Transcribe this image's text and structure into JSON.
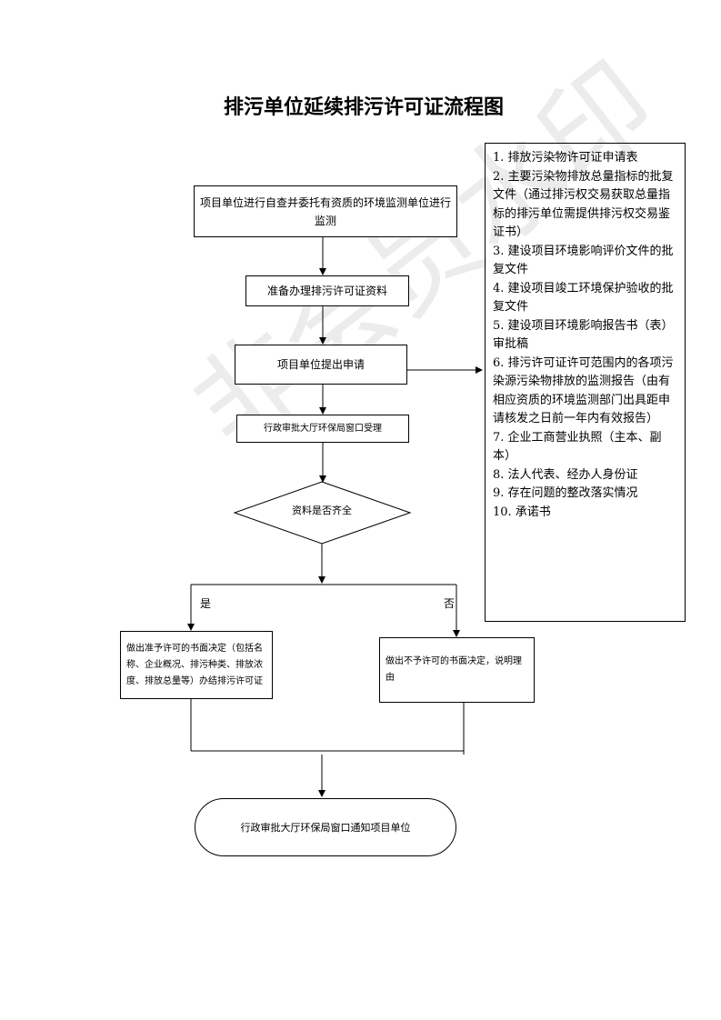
{
  "title": "排污单位延续排污许可证流程图",
  "watermark": "非会员水印",
  "steps": {
    "monitor": "项目单位进行自查并委托有资质的环境监测单位进行监测",
    "prepare": "准备办理排污许可证资料",
    "apply": "项目单位提出申请",
    "accept": "行政审批大厅环保局窗口受理",
    "check": "资料是否齐全",
    "yes_label": "是",
    "no_label": "否",
    "approve": "做出准予许可的书面决定（包括名称、企业概况、排污种类、排放浓度、排放总量等）办结排污许可证",
    "reject": "做出不予许可的书面决定，说明理由",
    "notify": "行政审批大厅环保局窗口通知项目单位"
  },
  "requirements": [
    "1. 排放污染物许可证申请表",
    "2. 主要污染物排放总量指标的批复文件（通过排污权交易获取总量指标的排污单位需提供排污权交易鉴证书）",
    "3. 建设项目环境影响评价文件的批复文件",
    "4. 建设项目竣工环境保护验收的批复文件",
    "5. 建设项目环境影响报告书（表）审批稿",
    "6. 排污许可证许可范围内的各项污染源污染物排放的监测报告（由有相应资质的环境监测部门出具距申请核发之日前一年内有效报告）",
    "7. 企业工商营业执照（主本、副本）",
    "8. 法人代表、经办人身份证",
    "9. 存在问题的整改落实情况",
    "10. 承诺书"
  ]
}
